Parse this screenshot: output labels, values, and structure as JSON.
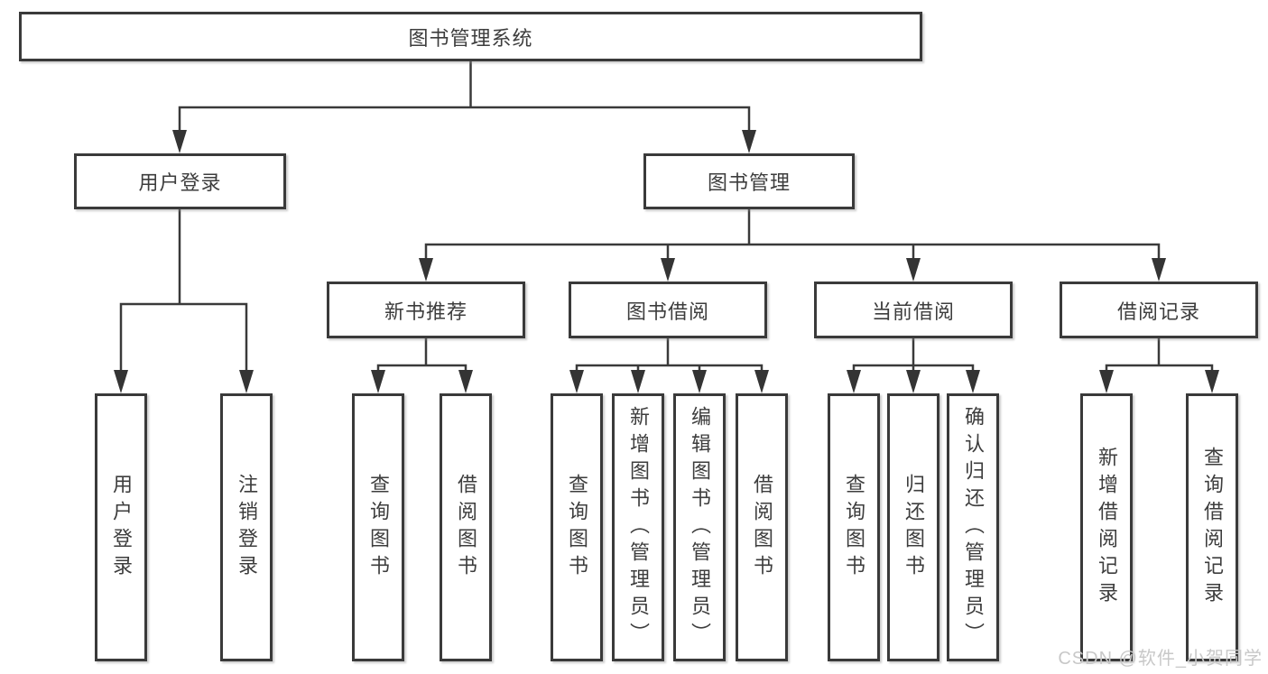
{
  "tree": {
    "root": {
      "label": "图书管理系统"
    },
    "branches": [
      {
        "label": "用户登录",
        "children": [
          "用户登录",
          "注销登录"
        ]
      },
      {
        "label": "图书管理",
        "sections": [
          {
            "label": "新书推荐",
            "children": [
              "查询图书",
              "借阅图书"
            ]
          },
          {
            "label": "图书借阅",
            "children": [
              "查询图书",
              "新增图书（管理员）",
              "编辑图书（管理员）",
              "借阅图书"
            ]
          },
          {
            "label": "当前借阅",
            "children": [
              "查询图书",
              "归还图书",
              "确认归还（管理员）"
            ]
          },
          {
            "label": "借阅记录",
            "children": [
              "新增借阅记录",
              "查询借阅记录"
            ]
          }
        ]
      }
    ]
  },
  "watermark": {
    "text": "CSDN @软件_小贺同学",
    "color": "#c8c8c8"
  },
  "colors": {
    "line": "#3a3a3a",
    "box_border": "#3a3a3a",
    "box_fill": "#ffffff",
    "text": "#3d3d3d",
    "background": "#ffffff"
  }
}
